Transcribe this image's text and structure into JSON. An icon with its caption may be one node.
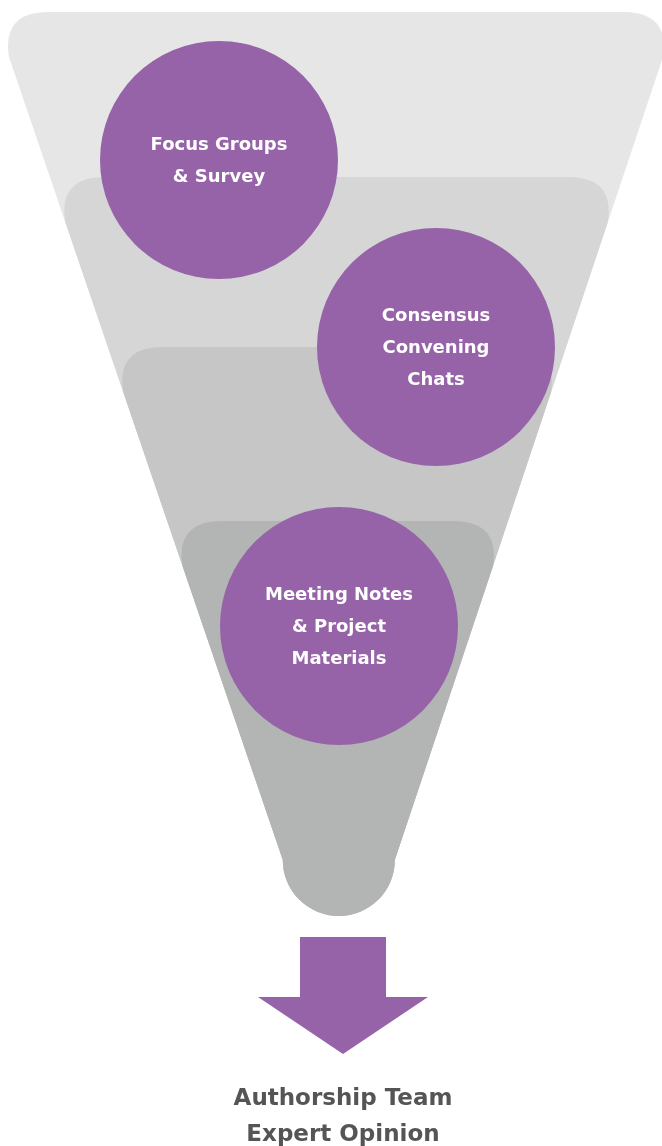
{
  "diagram": {
    "nodes": [
      {
        "text": [
          "Focus Groups & Survey"
        ]
      },
      {
        "text": [
          "Consensus Convening Chats"
        ]
      },
      {
        "text": [
          "Meeting Notes & Project Materials"
        ]
      },
      {
        "text": [
          "Authorship Team Expert Opinion"
        ]
      }
    ],
    "edges": [
      {
        "from": null,
        "to": 3,
        "arrow": "to"
      }
    ]
  }
}
